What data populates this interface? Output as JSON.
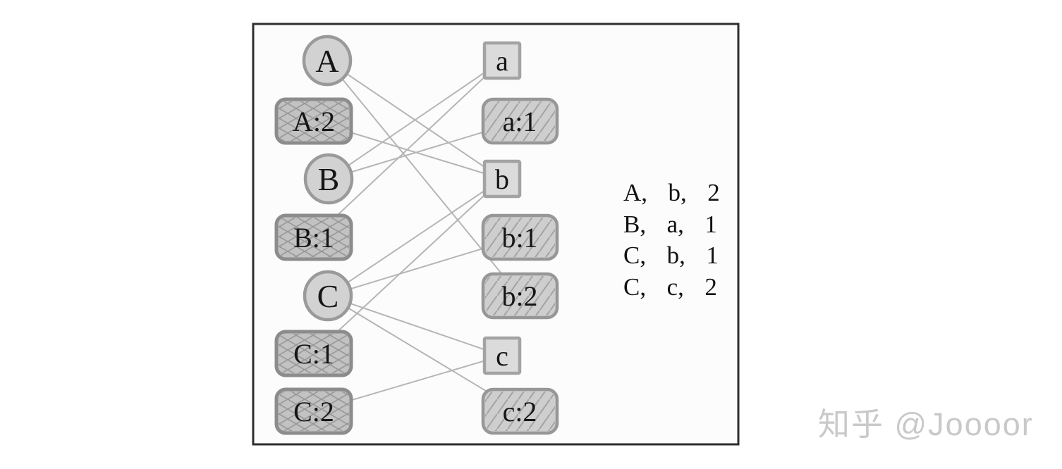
{
  "nodes": {
    "A": {
      "label": "A",
      "type": "circle"
    },
    "A2": {
      "label": "A:2",
      "type": "crosshatch-box"
    },
    "B": {
      "label": "B",
      "type": "circle"
    },
    "B1": {
      "label": "B:1",
      "type": "crosshatch-box"
    },
    "C": {
      "label": "C",
      "type": "circle"
    },
    "C1": {
      "label": "C:1",
      "type": "crosshatch-box"
    },
    "C2": {
      "label": "C:2",
      "type": "crosshatch-box"
    },
    "a": {
      "label": "a",
      "type": "square"
    },
    "a1": {
      "label": "a:1",
      "type": "diagonal-box"
    },
    "b": {
      "label": "b",
      "type": "square"
    },
    "b1": {
      "label": "b:1",
      "type": "diagonal-box"
    },
    "b2": {
      "label": "b:2",
      "type": "diagonal-box"
    },
    "c": {
      "label": "c",
      "type": "square"
    },
    "c2": {
      "label": "c:2",
      "type": "diagonal-box"
    }
  },
  "edges": [
    [
      "A",
      "b"
    ],
    [
      "A",
      "b2"
    ],
    [
      "A2",
      "b"
    ],
    [
      "B",
      "a"
    ],
    [
      "B",
      "a1"
    ],
    [
      "B1",
      "a"
    ],
    [
      "C",
      "b"
    ],
    [
      "C",
      "b1"
    ],
    [
      "C1",
      "b"
    ],
    [
      "C",
      "c"
    ],
    [
      "C",
      "c2"
    ],
    [
      "C2",
      "c"
    ]
  ],
  "edge_list": {
    "rows": [
      {
        "text": "A,  b,  2"
      },
      {
        "text": "B,  a,  1"
      },
      {
        "text": "C,  b,  1"
      },
      {
        "text": "C,  c,  2"
      }
    ]
  },
  "watermark": "知乎 @Joooor",
  "colors": {
    "frame_border": "#2e2e2e",
    "edge_line": "#b5b5b5",
    "circle_fill": "#d2d2d2",
    "circle_stroke": "#9a9a9a",
    "square_fill": "#dbdbdb",
    "square_stroke": "#a3a3a3",
    "crosshatch_fill": "#c2c2c2",
    "crosshatch_stroke": "#8c8c8c",
    "diagonal_fill": "#cecece",
    "diagonal_stroke": "#979797",
    "text": "#161616",
    "watermark": "#c9c9c9"
  }
}
